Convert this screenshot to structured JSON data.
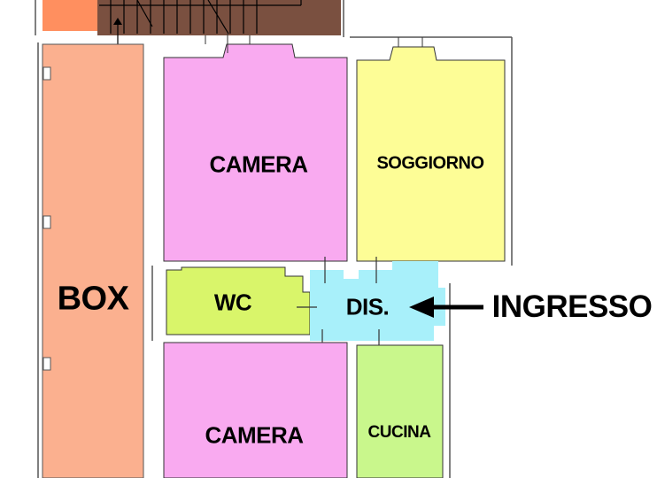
{
  "rooms": {
    "box": {
      "label": "BOX",
      "color": "#fbb08f"
    },
    "camera_top": {
      "label": "CAMERA",
      "color": "#f9aaf0"
    },
    "soggiorno": {
      "label": "SOGGIORNO",
      "color": "#fdfd96"
    },
    "wc": {
      "label": "WC",
      "color": "#d9f56a"
    },
    "disimpegno": {
      "label": "DIS.",
      "color": "#a8f0fa"
    },
    "camera_bottom": {
      "label": "CAMERA",
      "color": "#f9aaf0"
    },
    "cucina": {
      "label": "CUCINA",
      "color": "#c9f78c"
    },
    "stairs": {
      "color": "#7a5040"
    },
    "top_left": {
      "color": "#ff8f5f"
    }
  },
  "entrance": {
    "label": "INGRESSO"
  }
}
